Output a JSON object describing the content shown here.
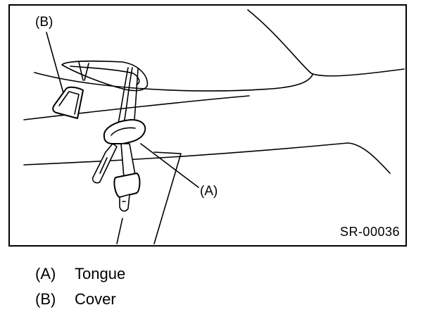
{
  "figure": {
    "code": "SR-00036",
    "callouts": [
      {
        "key": "(B)",
        "part": "cover"
      },
      {
        "key": "(A)",
        "part": "tongue"
      }
    ]
  },
  "legend": [
    {
      "key": "(A)",
      "label": "Tongue"
    },
    {
      "key": "(B)",
      "label": "Cover"
    }
  ]
}
